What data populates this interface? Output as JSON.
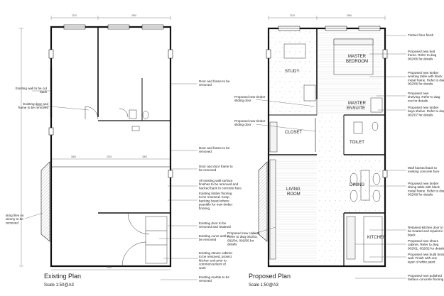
{
  "plans": {
    "existing": {
      "title": "Existing Plan",
      "scale": "Scale 1:50@A3"
    },
    "proposed": {
      "title": "Proposed Plan",
      "scale": "Scale 1:50@A3"
    }
  },
  "rooms": {
    "study": "STUDY",
    "master_bedroom": [
      "MASTER",
      "BEDROOM"
    ],
    "master_ensuite": [
      "MASTER",
      "ENSUITE"
    ],
    "closet": "CLOSET",
    "toilet": "TOILET",
    "living_room": [
      "LIVING",
      "ROOM"
    ],
    "dining": "DINING",
    "kitchen": "KITCHEN"
  },
  "dimensions": {
    "existing_top_left": "2210",
    "existing_top_right": "2800",
    "existing_mid_1": "1800",
    "existing_mid_2": "2015",
    "existing_mid_3": "3000",
    "existing_bottom": "2900",
    "proposed_top_left": "2210",
    "proposed_top_right": "2900"
  },
  "annotations": {
    "existing_left": [
      [
        "Existing wall to be cut",
        "back"
      ],
      [
        "Existing door and",
        "frame to be removed"
      ],
      [
        "sting files on",
        "alcony to be",
        "removed"
      ]
    ],
    "existing_right": [
      [
        "Door and frame to be",
        "removed"
      ],
      [
        "Door and frame to be",
        "removed"
      ],
      [
        "Door and door frame to",
        "be removed"
      ],
      [
        "All existing wall surface",
        "finishes to be removed and",
        "hacked back to concrete face"
      ],
      [
        "Existing timber flooring",
        "to be removed. Keep",
        "backing board where",
        "possible for new timber",
        "flooring."
      ],
      [
        "Existing door to be",
        "removed and retained"
      ],
      [
        "Existing curve wall to",
        "be removed"
      ],
      [
        "Existing stoves cabinet",
        "to be removed, protect",
        "kitchen unit prior to",
        "commencement of",
        "work"
      ],
      [
        "Existing marble to be",
        "removed"
      ]
    ],
    "proposed_left": [
      [
        "Proposed new timber",
        "sliding door"
      ],
      [
        "Proposed new timber",
        "sliding door"
      ],
      [
        "Proposed new cabinet.",
        "Refer to dwg 002/03,",
        "002/04, 002/05 for",
        "details"
      ]
    ],
    "proposed_right": [
      [
        "Timber floor finish"
      ],
      [
        "Proposed new bed",
        "frame. Refer to dwg",
        "002/06 for details"
      ],
      [
        "Proposed new timber",
        "working table with black",
        "metal frame. Refer to dwg",
        "002/06 for details"
      ],
      [
        "Proposed new",
        "shelving. Refer to dwg",
        "xxx for details"
      ],
      [
        "Proposed new timber",
        "bays shelve. Refer to dwg",
        "002/07 for details"
      ],
      [
        "Wall hacked back to",
        "existing concrete face"
      ],
      [
        "Proposed new timber",
        "dining table with black",
        "metal frame. Refer to dwg",
        "002/08 for details"
      ],
      [
        "Retained kitchen door to",
        "be treated and repaint in",
        "black"
      ],
      [
        "Proposed new shoes",
        "cabinet. Refer to dwg",
        "002/01, 002/02 for details"
      ],
      [
        "Proposed new build brick",
        "wall. Finish with one",
        "layer of white paint."
      ],
      [
        "Proposed new polished",
        "fairface concrete flooring"
      ]
    ]
  }
}
